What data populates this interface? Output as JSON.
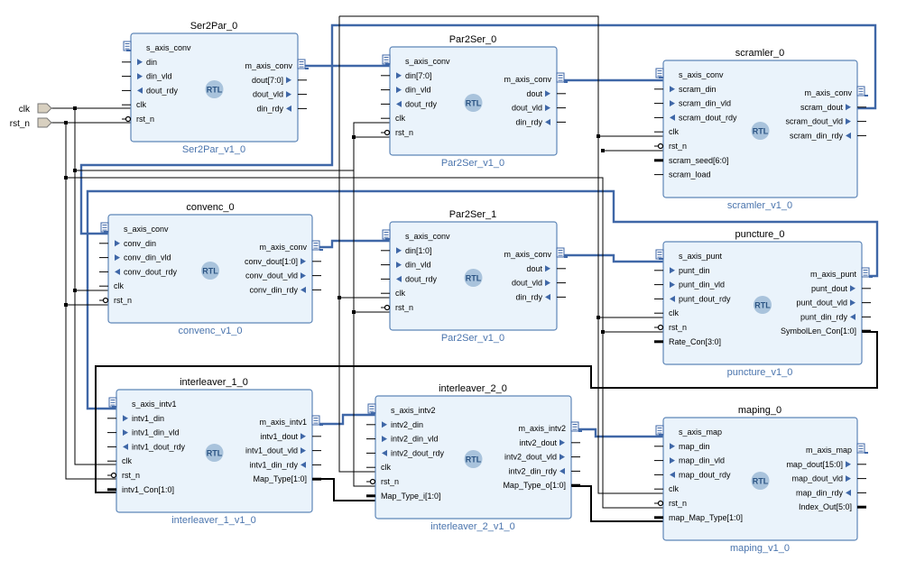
{
  "colors": {
    "block_fill": "#eaf3fb",
    "block_border": "#5e86b8",
    "bus_wire": "#3f67a7",
    "net_wire": "#000000",
    "block_label": "#4a74ad",
    "rtl_badge": "#a9c3dc",
    "rtl_text": "#2c5483"
  },
  "ports": [
    {
      "name": "clk"
    },
    {
      "name": "rst_n"
    }
  ],
  "rtl_text": "RTL",
  "blocks": [
    {
      "id": "ser2par",
      "title": "Ser2Par_0",
      "subtitle": "Ser2Par_v1_0",
      "inputs": [
        {
          "label": "s_axis_conv",
          "kind": "bus"
        },
        {
          "label": "din",
          "kind": "in"
        },
        {
          "label": "din_vld",
          "kind": "in"
        },
        {
          "label": "dout_rdy",
          "kind": "out"
        },
        {
          "label": "clk",
          "kind": "clk"
        },
        {
          "label": "rst_n",
          "kind": "rst"
        }
      ],
      "outputs": [
        {
          "label": "m_axis_conv",
          "kind": "bus"
        },
        {
          "label": "dout[7:0]",
          "kind": "out"
        },
        {
          "label": "dout_vld",
          "kind": "out"
        },
        {
          "label": "din_rdy",
          "kind": "in"
        }
      ]
    },
    {
      "id": "par2ser0",
      "title": "Par2Ser_0",
      "subtitle": "Par2Ser_v1_0",
      "inputs": [
        {
          "label": "s_axis_conv",
          "kind": "bus"
        },
        {
          "label": "din[7:0]",
          "kind": "in"
        },
        {
          "label": "din_vld",
          "kind": "in"
        },
        {
          "label": "dout_rdy",
          "kind": "out"
        },
        {
          "label": "clk",
          "kind": "clk"
        },
        {
          "label": "rst_n",
          "kind": "rst"
        }
      ],
      "outputs": [
        {
          "label": "m_axis_conv",
          "kind": "bus"
        },
        {
          "label": "dout",
          "kind": "out"
        },
        {
          "label": "dout_vld",
          "kind": "out"
        },
        {
          "label": "din_rdy",
          "kind": "in"
        }
      ]
    },
    {
      "id": "scramler",
      "title": "scramler_0",
      "subtitle": "scramler_v1_0",
      "inputs": [
        {
          "label": "s_axis_conv",
          "kind": "bus"
        },
        {
          "label": "scram_din",
          "kind": "in"
        },
        {
          "label": "scram_din_vld",
          "kind": "in"
        },
        {
          "label": "scram_dout_rdy",
          "kind": "out"
        },
        {
          "label": "clk",
          "kind": "clk"
        },
        {
          "label": "rst_n",
          "kind": "rst"
        },
        {
          "label": "scram_seed[6:0]",
          "kind": "vec"
        },
        {
          "label": "scram_load",
          "kind": "plain"
        }
      ],
      "outputs": [
        {
          "label": "m_axis_conv",
          "kind": "bus"
        },
        {
          "label": "scram_dout",
          "kind": "out"
        },
        {
          "label": "scram_dout_vld",
          "kind": "out"
        },
        {
          "label": "scram_din_rdy",
          "kind": "in"
        }
      ]
    },
    {
      "id": "convenc",
      "title": "convenc_0",
      "subtitle": "convenc_v1_0",
      "inputs": [
        {
          "label": "s_axis_conv",
          "kind": "bus"
        },
        {
          "label": "conv_din",
          "kind": "in"
        },
        {
          "label": "conv_din_vld",
          "kind": "in"
        },
        {
          "label": "conv_dout_rdy",
          "kind": "out"
        },
        {
          "label": "clk",
          "kind": "clk"
        },
        {
          "label": "rst_n",
          "kind": "rst"
        }
      ],
      "outputs": [
        {
          "label": "m_axis_conv",
          "kind": "bus"
        },
        {
          "label": "conv_dout[1:0]",
          "kind": "out"
        },
        {
          "label": "conv_dout_vld",
          "kind": "out"
        },
        {
          "label": "conv_din_rdy",
          "kind": "in"
        }
      ]
    },
    {
      "id": "par2ser1",
      "title": "Par2Ser_1",
      "subtitle": "Par2Ser_v1_0",
      "inputs": [
        {
          "label": "s_axis_conv",
          "kind": "bus"
        },
        {
          "label": "din[1:0]",
          "kind": "in"
        },
        {
          "label": "din_vld",
          "kind": "in"
        },
        {
          "label": "dout_rdy",
          "kind": "out"
        },
        {
          "label": "clk",
          "kind": "clk"
        },
        {
          "label": "rst_n",
          "kind": "rst"
        }
      ],
      "outputs": [
        {
          "label": "m_axis_conv",
          "kind": "bus"
        },
        {
          "label": "dout",
          "kind": "out"
        },
        {
          "label": "dout_vld",
          "kind": "out"
        },
        {
          "label": "din_rdy",
          "kind": "in"
        }
      ]
    },
    {
      "id": "puncture",
      "title": "puncture_0",
      "subtitle": "puncture_v1_0",
      "inputs": [
        {
          "label": "s_axis_punt",
          "kind": "bus"
        },
        {
          "label": "punt_din",
          "kind": "in"
        },
        {
          "label": "punt_din_vld",
          "kind": "in"
        },
        {
          "label": "punt_dout_rdy",
          "kind": "out"
        },
        {
          "label": "clk",
          "kind": "clk"
        },
        {
          "label": "rst_n",
          "kind": "rst"
        },
        {
          "label": "Rate_Con[3:0]",
          "kind": "vec"
        }
      ],
      "outputs": [
        {
          "label": "m_axis_punt",
          "kind": "bus"
        },
        {
          "label": "punt_dout",
          "kind": "out"
        },
        {
          "label": "punt_dout_vld",
          "kind": "out"
        },
        {
          "label": "punt_din_rdy",
          "kind": "in"
        },
        {
          "label": "SymbolLen_Con[1:0]",
          "kind": "vec"
        }
      ]
    },
    {
      "id": "interleaver1",
      "title": "interleaver_1_0",
      "subtitle": "interleaver_1_v1_0",
      "inputs": [
        {
          "label": "s_axis_intv1",
          "kind": "bus"
        },
        {
          "label": "intv1_din",
          "kind": "in"
        },
        {
          "label": "intv1_din_vld",
          "kind": "in"
        },
        {
          "label": "intv1_dout_rdy",
          "kind": "out"
        },
        {
          "label": "clk",
          "kind": "clk"
        },
        {
          "label": "rst_n",
          "kind": "rst"
        },
        {
          "label": "intv1_Con[1:0]",
          "kind": "vec"
        }
      ],
      "outputs": [
        {
          "label": "m_axis_intv1",
          "kind": "bus"
        },
        {
          "label": "intv1_dout",
          "kind": "out"
        },
        {
          "label": "intv1_dout_vld",
          "kind": "out"
        },
        {
          "label": "intv1_din_rdy",
          "kind": "in"
        },
        {
          "label": "Map_Type[1:0]",
          "kind": "vec"
        }
      ]
    },
    {
      "id": "interleaver2",
      "title": "interleaver_2_0",
      "subtitle": "interleaver_2_v1_0",
      "inputs": [
        {
          "label": "s_axis_intv2",
          "kind": "bus"
        },
        {
          "label": "intv2_din",
          "kind": "in"
        },
        {
          "label": "intv2_din_vld",
          "kind": "in"
        },
        {
          "label": "intv2_dout_rdy",
          "kind": "out"
        },
        {
          "label": "clk",
          "kind": "clk"
        },
        {
          "label": "rst_n",
          "kind": "rst"
        },
        {
          "label": "Map_Type_i[1:0]",
          "kind": "vec"
        }
      ],
      "outputs": [
        {
          "label": "m_axis_intv2",
          "kind": "bus"
        },
        {
          "label": "intv2_dout",
          "kind": "out"
        },
        {
          "label": "intv2_dout_vld",
          "kind": "out"
        },
        {
          "label": "intv2_din_rdy",
          "kind": "in"
        },
        {
          "label": "Map_Type_o[1:0]",
          "kind": "vec"
        }
      ]
    },
    {
      "id": "maping",
      "title": "maping_0",
      "subtitle": "maping_v1_0",
      "inputs": [
        {
          "label": "s_axis_map",
          "kind": "bus"
        },
        {
          "label": "map_din",
          "kind": "in"
        },
        {
          "label": "map_din_vld",
          "kind": "in"
        },
        {
          "label": "map_dout_rdy",
          "kind": "out"
        },
        {
          "label": "clk",
          "kind": "clk"
        },
        {
          "label": "rst_n",
          "kind": "rst"
        },
        {
          "label": "map_Map_Type[1:0]",
          "kind": "vec"
        }
      ],
      "outputs": [
        {
          "label": "m_axis_map",
          "kind": "bus"
        },
        {
          "label": "map_dout[15:0]",
          "kind": "out"
        },
        {
          "label": "map_dout_vld",
          "kind": "out"
        },
        {
          "label": "map_din_rdy",
          "kind": "in"
        },
        {
          "label": "Index_Out[5:0]",
          "kind": "vec"
        }
      ]
    }
  ]
}
